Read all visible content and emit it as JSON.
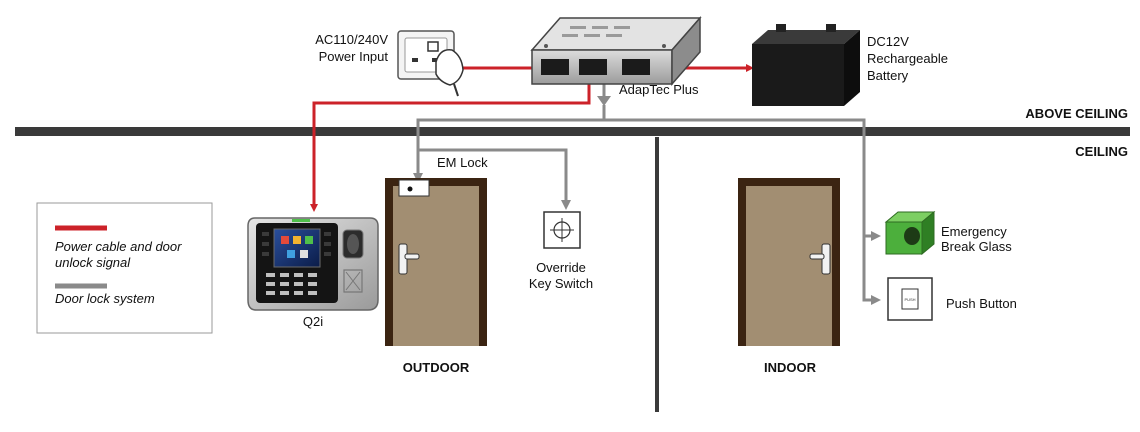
{
  "colors": {
    "signal_red": "#cc2229",
    "lock_gray": "#8a8a8a",
    "ceiling_dark": "#3a3a3a",
    "door_frame": "#3b2412",
    "door_panel": "#a28e72",
    "glass_green": "#4caf3c"
  },
  "labels": {
    "power_input": [
      "AC110/240V",
      "Power Input"
    ],
    "battery": [
      "DC12V",
      "Rechargeable",
      "Battery"
    ],
    "controller": "AdapTec Plus",
    "above_ceiling": "ABOVE CEILING",
    "ceiling": "CEILING",
    "em_lock": "EM Lock",
    "override": [
      "Override",
      "Key Switch"
    ],
    "emergency": [
      "Emergency",
      "Break Glass"
    ],
    "push_button": "Push Button",
    "reader": "Q2i",
    "outdoor": "OUTDOOR",
    "indoor": "INDOOR"
  },
  "legend": {
    "power_signal": [
      "Power cable and door",
      "unlock signal"
    ],
    "door_lock": "Door lock system"
  },
  "icons": {
    "wall_socket": "wall-socket-icon",
    "plug": "power-plug-icon",
    "controller": "controller-box-icon",
    "battery": "battery-icon",
    "reader": "fingerprint-reader-icon",
    "em_lock": "em-lock-icon",
    "override": "key-switch-icon",
    "break_glass": "break-glass-icon",
    "push_button": "push-button-icon",
    "door_handle": "door-handle-icon"
  },
  "push_button_face": "PUSH"
}
